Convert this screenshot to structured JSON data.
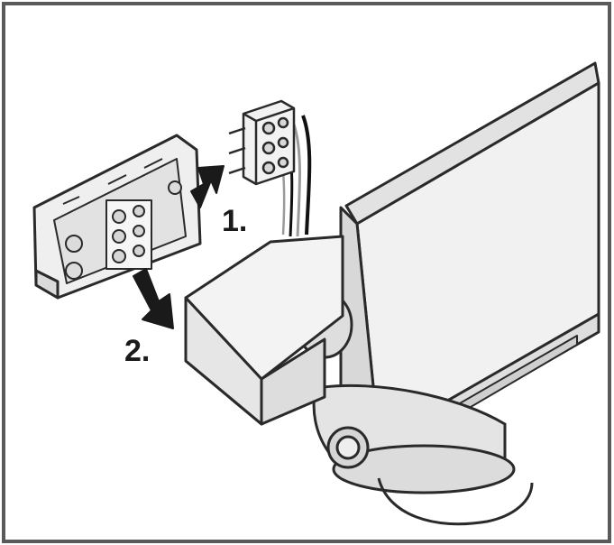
{
  "figure": {
    "steps": [
      {
        "label": "1.",
        "action": "plug-in",
        "arrow_icon": "arrow-up-right-icon"
      },
      {
        "label": "2.",
        "action": "push-down",
        "arrow_icon": "arrow-down-right-icon"
      }
    ],
    "colors": {
      "frame": "#5a5a5a",
      "line": "#2a2a2a",
      "surface": "#ececec",
      "arrow": "#1a1a1a",
      "wire_dark": "#111111",
      "wire_light": "#9a9a9a"
    }
  }
}
